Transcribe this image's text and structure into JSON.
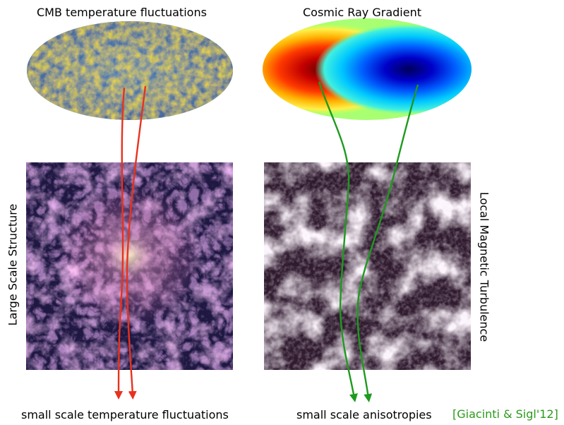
{
  "panels": {
    "top_left_title": "CMB temperature fluctuations",
    "top_right_title": "Cosmic Ray Gradient",
    "left_side_label": "Large Scale Structure",
    "right_side_label": "Local Magnetic Turbulence",
    "bottom_left_caption": "small scale temperature fluctuations",
    "bottom_right_caption": "small scale anisotropies",
    "citation": "[Giacinti & Sigl'12]"
  },
  "colors": {
    "left_arrows": "#e8321e",
    "right_arrows": "#1e9a1e",
    "citation": "#2a9a1a"
  }
}
